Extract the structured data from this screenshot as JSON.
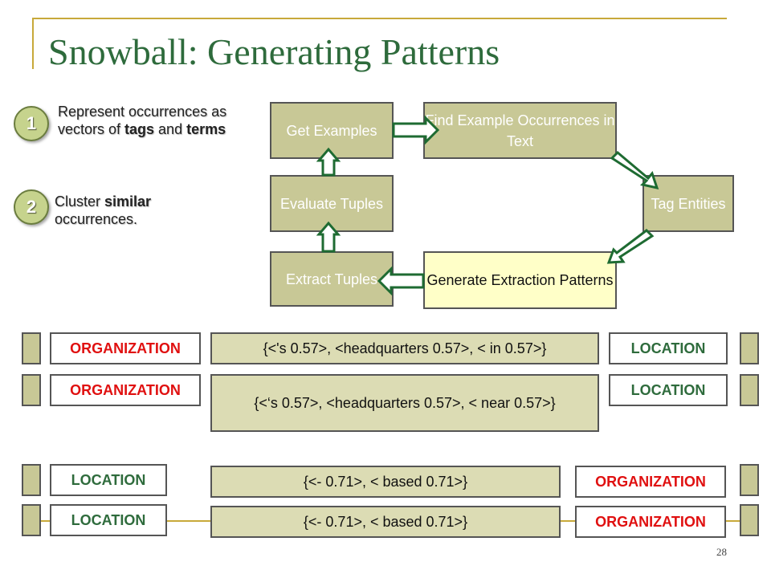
{
  "title": "Snowball: Generating Patterns",
  "steps": [
    {
      "number": "1",
      "text_parts": [
        {
          "t": "Represent occurrences as vectors of ",
          "b": false
        },
        {
          "t": "tags",
          "b": true
        },
        {
          "t": " and ",
          "b": false
        },
        {
          "t": "terms",
          "b": true
        }
      ]
    },
    {
      "number": "2",
      "text_parts": [
        {
          "t": "Cluster ",
          "b": false
        },
        {
          "t": "similar",
          "b": true
        },
        {
          "t": " occurrences.",
          "b": false
        }
      ]
    }
  ],
  "flow": {
    "get_examples": "Get Examples",
    "find_occurrences": "Find Example Occurrences in Text",
    "tag_entities": "Tag Entities",
    "generate_patterns": "Generate Extraction Patterns",
    "extract_tuples": "Extract Tuples",
    "evaluate_tuples": "Evaluate Tuples"
  },
  "patterns": [
    {
      "left": "ORGANIZATION",
      "middle": "{<'s 0.57>, <headquarters 0.57>, < in 0.57>}",
      "right": "LOCATION"
    },
    {
      "left": "ORGANIZATION",
      "middle": "{<‘s 0.57>, <headquarters 0.57>, < near 0.57>}",
      "right": "LOCATION"
    },
    {
      "left": "LOCATION",
      "middle": "{<- 0.71>, < based 0.71>}",
      "right": "ORGANIZATION"
    },
    {
      "left": "LOCATION",
      "middle": "{<- 0.71>, < based 0.71>}",
      "right": "ORGANIZATION"
    }
  ],
  "page_number": "28",
  "colors": {
    "title": "#2e6b3c",
    "arrow": "#1e6b32",
    "organization": "#e01010",
    "location": "#2e6b3c",
    "box_fill": "#c8c896",
    "highlight_fill": "#ffffc8"
  }
}
